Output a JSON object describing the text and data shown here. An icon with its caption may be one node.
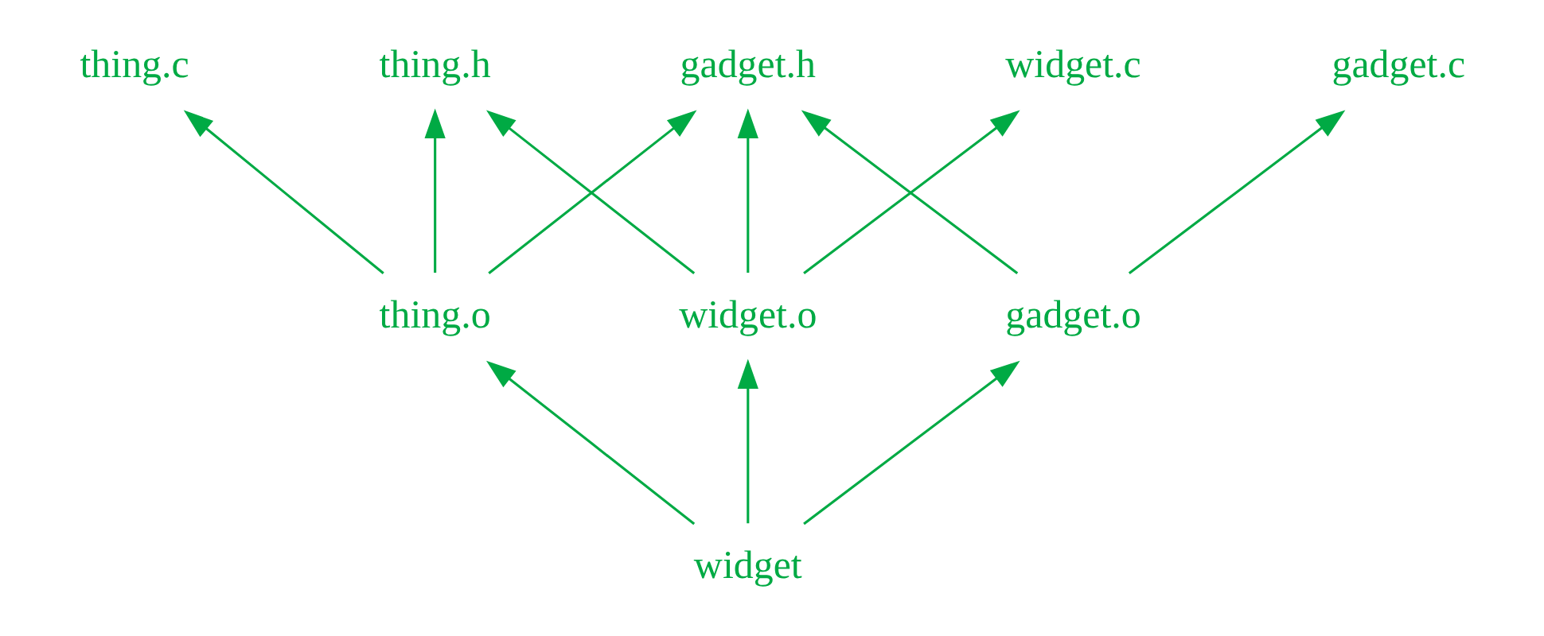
{
  "diagram": {
    "nodes": [
      {
        "text": [
          "thing.c"
        ]
      },
      {
        "text": [
          "thing.h"
        ]
      },
      {
        "text": [
          "widget.c"
        ]
      },
      {
        "text": [
          "gadget.h"
        ]
      },
      {
        "text": [
          "gadget.c"
        ]
      },
      {
        "text": [
          "thing.o"
        ]
      },
      {
        "text": [
          "widget.o"
        ]
      },
      {
        "text": [
          "gadget.o"
        ]
      },
      {
        "text": [
          "widget"
        ]
      }
    ],
    "edges": [
      {
        "from": 5,
        "to": 0,
        "arrow": "to"
      },
      {
        "from": 5,
        "to": 1,
        "arrow": "to"
      },
      {
        "from": 5,
        "to": 3,
        "arrow": "to"
      },
      {
        "from": 6,
        "to": 1,
        "arrow": "to"
      },
      {
        "from": 6,
        "to": 2,
        "arrow": "to"
      },
      {
        "from": 6,
        "to": 3,
        "arrow": "to"
      },
      {
        "from": 7,
        "to": 3,
        "arrow": "to"
      },
      {
        "from": 7,
        "to": 4,
        "arrow": "to"
      },
      {
        "from": 8,
        "to": 5,
        "arrow": "to"
      },
      {
        "from": 8,
        "to": 6,
        "arrow": "to"
      },
      {
        "from": 8,
        "to": 7,
        "arrow": "to"
      }
    ]
  }
}
